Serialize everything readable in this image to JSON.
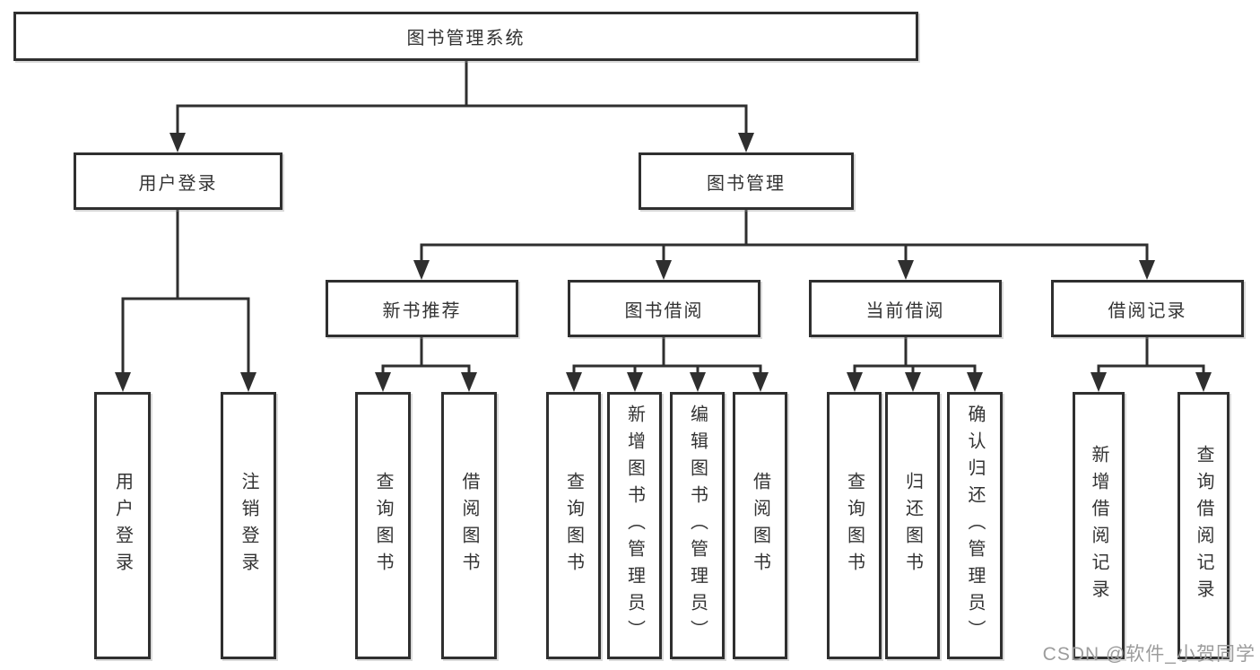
{
  "colors": {
    "line": "#2f2f2f",
    "box_background": "#ffffff",
    "text": "#333333",
    "watermark": "#9c9c9c"
  },
  "tree": {
    "root": {
      "label": "图书管理系统",
      "children": [
        {
          "label": "用户登录",
          "children": [
            {
              "label": "用户登录"
            },
            {
              "label": "注销登录"
            }
          ]
        },
        {
          "label": "图书管理",
          "children": [
            {
              "label": "新书推荐",
              "children": [
                {
                  "label": "查询图书"
                },
                {
                  "label": "借阅图书"
                }
              ]
            },
            {
              "label": "图书借阅",
              "children": [
                {
                  "label": "查询图书"
                },
                {
                  "label": "新增图书（管理员）"
                },
                {
                  "label": "编辑图书（管理员）"
                },
                {
                  "label": "借阅图书"
                }
              ]
            },
            {
              "label": "当前借阅",
              "children": [
                {
                  "label": "查询图书"
                },
                {
                  "label": "归还图书"
                },
                {
                  "label": "确认归还（管理员）"
                }
              ]
            },
            {
              "label": "借阅记录",
              "children": [
                {
                  "label": "新增借阅记录"
                },
                {
                  "label": "查询借阅记录"
                }
              ]
            }
          ]
        }
      ]
    }
  },
  "watermark": {
    "text": "CSDN @软件_小贺同学"
  }
}
